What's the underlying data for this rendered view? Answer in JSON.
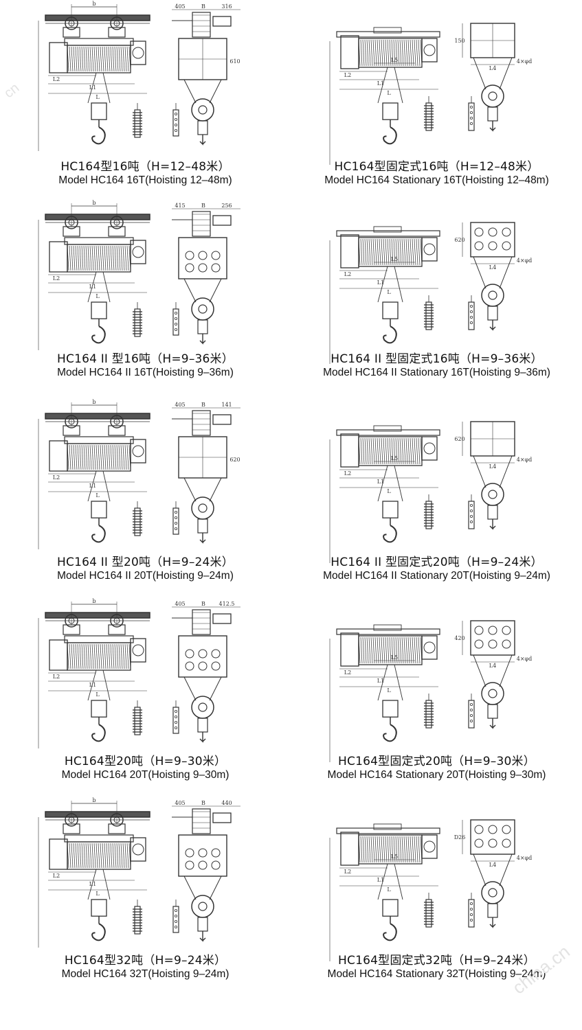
{
  "panels": [
    {
      "cn": "HC164型16吨（H=12–48米）",
      "en": "Model HC164  16T(Hoisting 12–48m)",
      "variant": "trolley",
      "dims": [
        "b",
        "L2",
        "L1",
        "L",
        "405",
        "B",
        "316",
        "610"
      ]
    },
    {
      "cn": "HC164型固定式16吨（H=12–48米）",
      "en": "Model HC164 Stationary 16T(Hoisting 12–48m)",
      "variant": "stationary",
      "dims": [
        "L2",
        "L1",
        "L",
        "L5",
        "L4",
        "4×φd",
        "150"
      ]
    },
    {
      "cn": "HC164 II 型16吨（H=9–36米）",
      "en": "Model HC164  II  16T(Hoisting 9–36m)",
      "variant": "trolley",
      "dims": [
        "b",
        "L2",
        "L1",
        "L",
        "415",
        "B",
        "256"
      ]
    },
    {
      "cn": "HC164 II 型固定式16吨（H=9–36米）",
      "en": "Model HC164  II  Stationary 16T(Hoisting 9–36m)",
      "variant": "stationary",
      "dims": [
        "L2",
        "L1",
        "L",
        "L5",
        "L4",
        "4×φd",
        "620"
      ]
    },
    {
      "cn": "HC164 II 型20吨（H=9–24米）",
      "en": "Model HC164  II  20T(Hoisting 9–24m)",
      "variant": "trolley",
      "dims": [
        "b",
        "L2",
        "L1",
        "L",
        "405",
        "B",
        "141",
        "620"
      ]
    },
    {
      "cn": "HC164 II 型固定式20吨（H=9–24米）",
      "en": "Model HC164  II  Stationary 20T(Hoisting 9–24m)",
      "variant": "stationary",
      "dims": [
        "L2",
        "L1",
        "L",
        "L5",
        "L4",
        "4×φd",
        "620"
      ]
    },
    {
      "cn": "HC164型20吨（H=9–30米）",
      "en": "Model HC164 20T(Hoisting 9–30m)",
      "variant": "trolley",
      "dims": [
        "b",
        "L2",
        "L1",
        "L",
        "405",
        "B",
        "412.5"
      ]
    },
    {
      "cn": "HC164型固定式20吨（H=9–30米）",
      "en": "Model HC164 Stationary 20T(Hoisting 9–30m)",
      "variant": "stationary",
      "dims": [
        "L2",
        "L1",
        "L",
        "L5",
        "L4",
        "4×φd",
        "420"
      ]
    },
    {
      "cn": "HC164型32吨（H=9–24米）",
      "en": "Model HC164 32T(Hoisting 9–24m)",
      "variant": "trolley",
      "dims": [
        "b",
        "L2",
        "L1",
        "L",
        "405",
        "B",
        "440"
      ]
    },
    {
      "cn": "HC164型固定式32吨（H=9–24米）",
      "en": "Model HC164 Stationary 32T(Hoisting 9–24m)",
      "variant": "stationary",
      "dims": [
        "L2",
        "L1",
        "L",
        "L5",
        "L4",
        "4×φd",
        "D26"
      ]
    }
  ],
  "watermarks": [
    "cn",
    "china.cn"
  ]
}
